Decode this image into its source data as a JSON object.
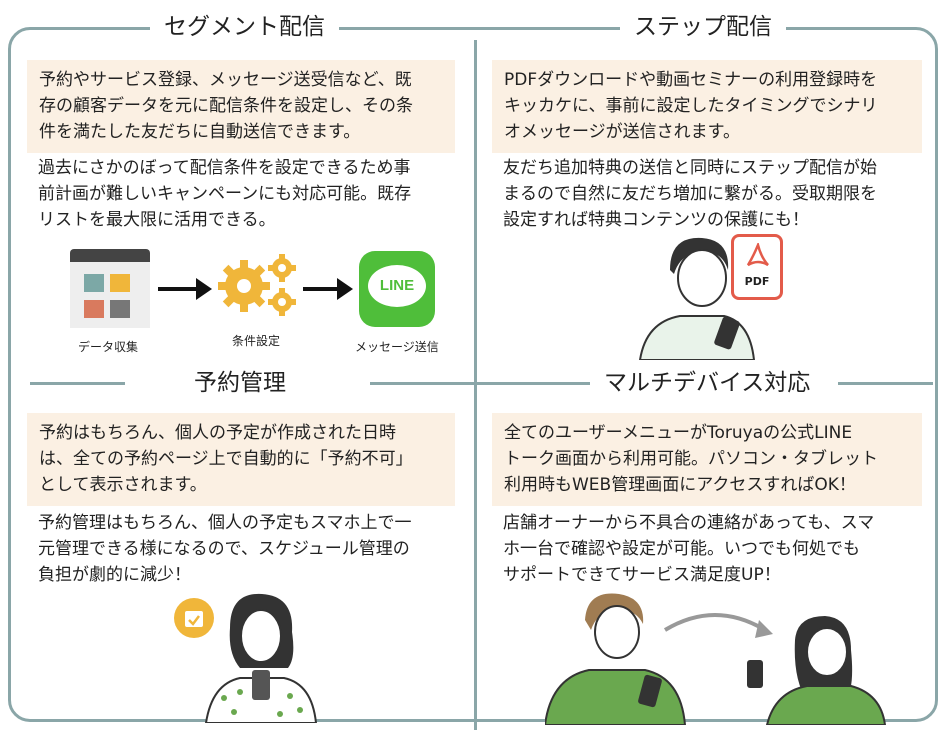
{
  "sections": {
    "segment": {
      "title": "セグメント配信",
      "highlight": [
        "予約やサービス登録、メッセージ送受信など、既",
        "存の顧客データを元に配信条件を設定し、その条",
        "件を満たした友だちに自動送信できます。"
      ],
      "body": [
        "過去にさかのぼって配信条件を設定できるため事",
        "前計画が難しいキャンペーンにも対応可能。既存",
        "リストを最大限に活用できる。"
      ],
      "flow": {
        "step1": "データ収集",
        "step2": "条件設定",
        "step3": "メッセージ送信",
        "logo_text": "LINE"
      }
    },
    "step": {
      "title": "ステップ配信",
      "highlight": [
        "PDFダウンロードや動画セミナーの利用登録時を",
        "キッカケに、事前に設定したタイミングでシナリ",
        "オメッセージが送信されます。"
      ],
      "body": [
        "友だち追加特典の送信と同時にステップ配信が始",
        "まるので自然に友だち増加に繋がる。受取期限を",
        "設定すれば特典コンテンツの保護にも！"
      ],
      "pdf_label": "PDF"
    },
    "reservation": {
      "title": "予約管理",
      "highlight": [
        "予約はもちろん、個人の予定が作成された日時",
        "は、全ての予約ページ上で自動的に「予約不可」",
        "として表示されます。"
      ],
      "body": [
        "予約管理はもちろん、個人の予定もスマホ上で一",
        "元管理できる様になるので、スケジュール管理の",
        "負担が劇的に減少！"
      ]
    },
    "multidevice": {
      "title": "マルチデバイス対応",
      "highlight": [
        "全てのユーザーメニューがToruyaの公式LINE",
        "トーク画面から利用可能。パソコン・タブレット",
        "利用時もWEB管理画面にアクセスすればOK！"
      ],
      "body": [
        "店舗オーナーから不具合の連絡があっても、スマ",
        "ホ一台で確認や設定が可能。いつでも何処でも",
        "サポートできてサービス満足度UP！"
      ]
    }
  },
  "colors": {
    "frame": "#8aa6a8",
    "highlight_bg": "#fbf0e3",
    "line_green": "#4fbe3a",
    "pdf_red": "#e35b4a",
    "badge_yellow": "#f0b63a",
    "shirt_green": "#6aa84f"
  },
  "icons": [
    "calendar-icon",
    "gear-icon",
    "line-logo-icon",
    "pdf-icon",
    "phone-icon",
    "calendar-check-icon"
  ]
}
